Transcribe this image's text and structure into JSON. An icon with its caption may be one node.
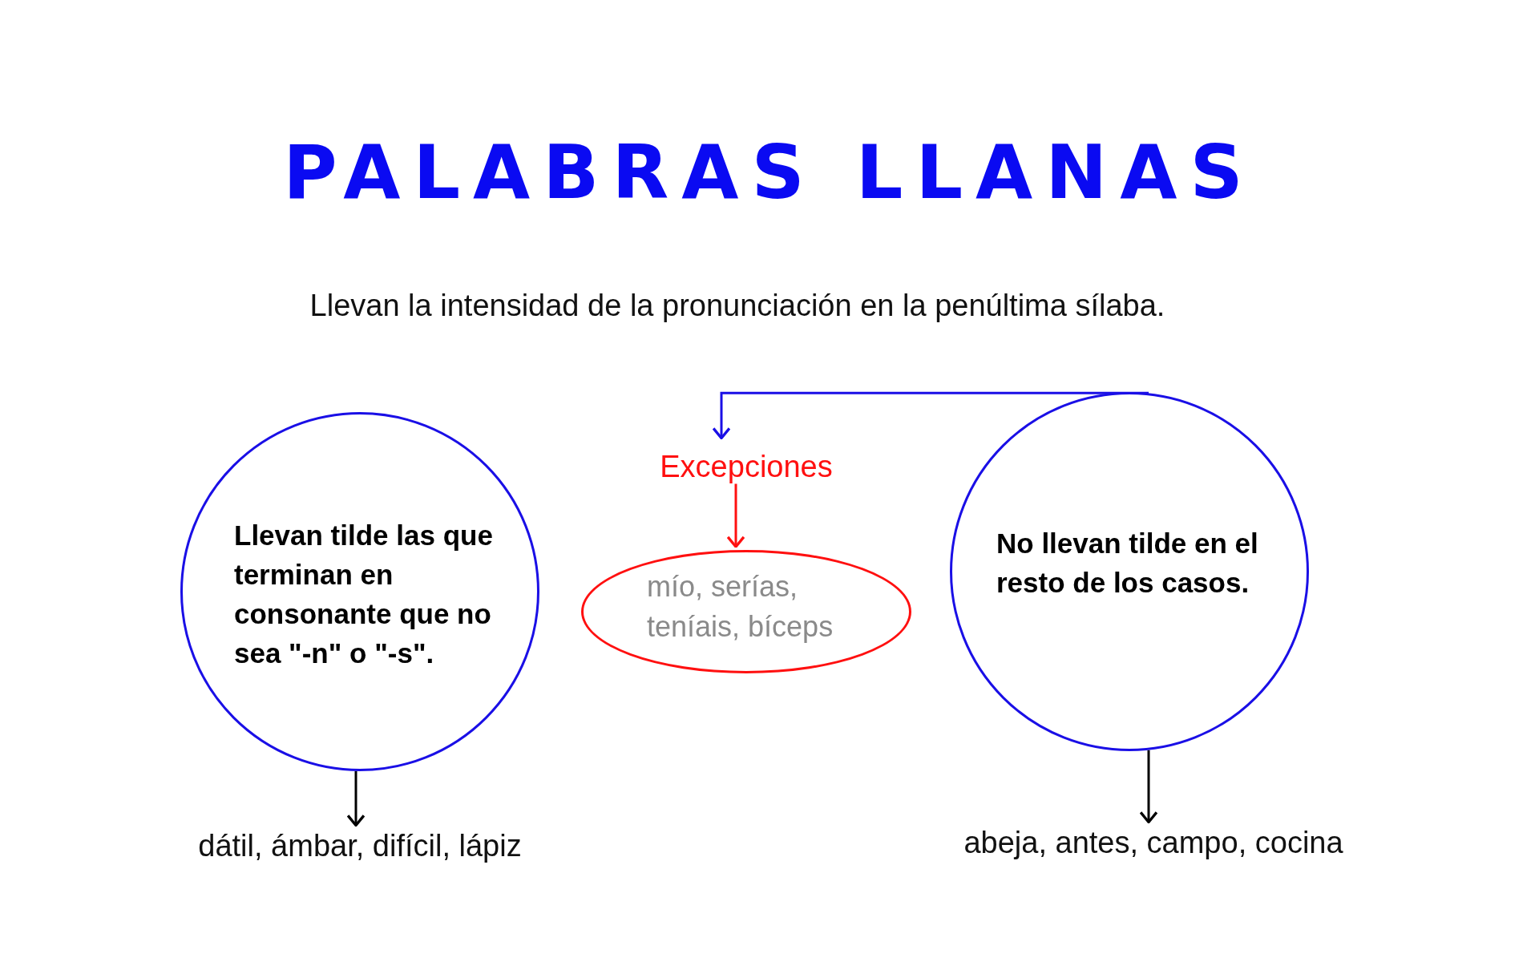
{
  "diagram": {
    "title": "PALABRAS LLANAS",
    "nodes": [
      {
        "text": [
          "Llevan tilde las que terminan en consonante que no sea \"-n\" o \"-s\"."
        ]
      },
      {
        "text": [
          "dátil, ámbar, difícil, lápiz"
        ]
      },
      {
        "text": [
          "Excepciones"
        ]
      },
      {
        "text": [
          "mío, serías, teníais, bíceps"
        ]
      },
      {
        "text": [
          "No llevan tilde en el resto de los casos."
        ]
      },
      {
        "text": [
          "abeja, antes, campo, cocina"
        ]
      }
    ],
    "edges": [
      {
        "from": 0,
        "to": 1,
        "arrow": "to"
      },
      {
        "from": 4,
        "to": 2,
        "arrow": "to",
        "color": "#1a0fe6"
      },
      {
        "from": 2,
        "to": 3,
        "arrow": "to",
        "color": "#ff1010"
      },
      {
        "from": 4,
        "to": 5,
        "arrow": "to"
      }
    ],
    "labels": [
      "Llevan la intensidad de la pronunciación en la penúltima sílaba."
    ]
  }
}
